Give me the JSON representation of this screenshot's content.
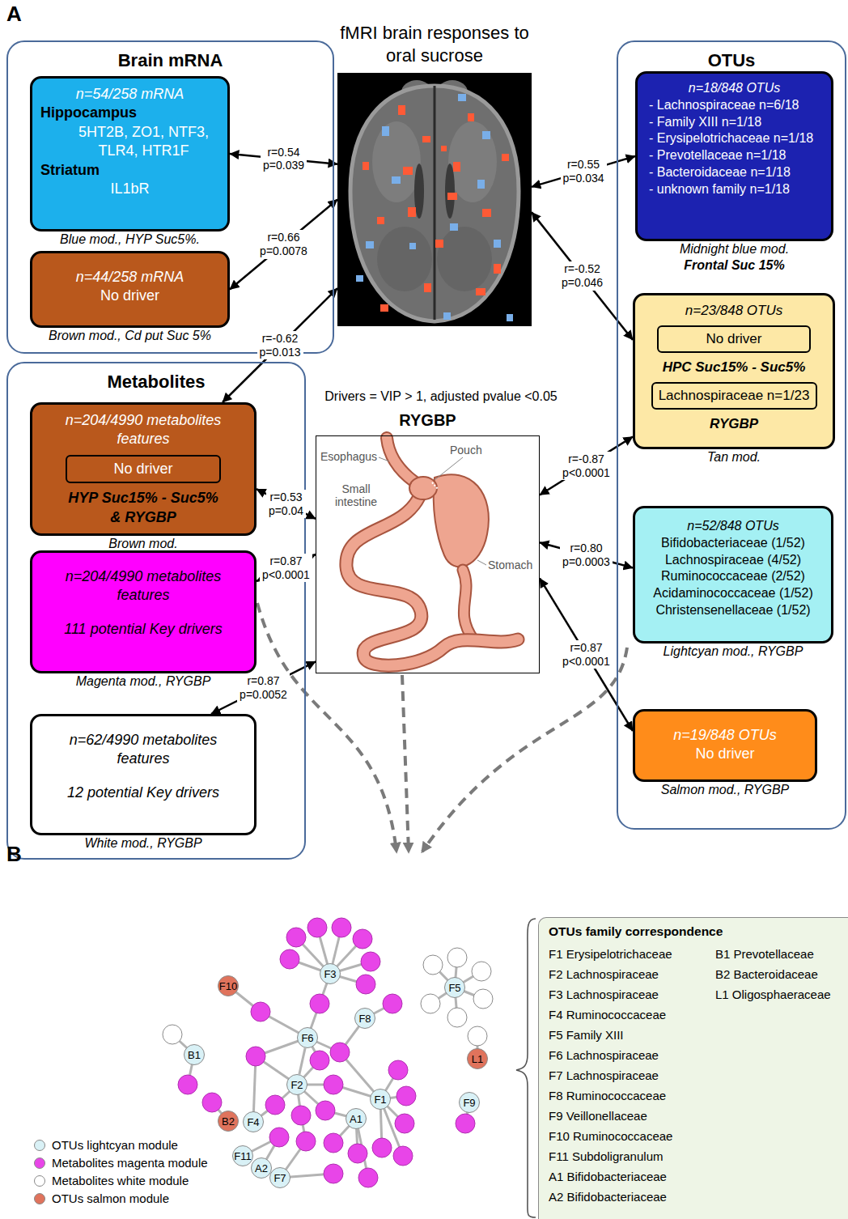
{
  "diagram": {
    "nodes": [
      {
        "text": [
          "Brain mRNA"
        ]
      },
      {
        "text": [
          "n=54/258 mRNA",
          "Hippocampus",
          "5HT2B, ZO1, NTF3, TLR4, HTR1F",
          "Striatum",
          "IL1bR",
          "Blue mod., HYP Suc5%."
        ],
        "in": 0
      },
      {
        "text": [
          "n=44/258 mRNA",
          "No driver",
          "Brown mod., Cd put Suc 5%"
        ],
        "in": 0
      },
      {
        "text": [
          "Metabolites"
        ]
      },
      {
        "text": [
          "n=204/4990 metabolites features",
          "HYP Suc15% - Suc5% & RYGBP",
          "Brown mod."
        ],
        "in": 3
      },
      {
        "text": [
          "No driver"
        ],
        "in": 4
      },
      {
        "text": [
          "n=204/4990 metabolites features",
          "111 potential Key drivers",
          "Magenta mod., RYGBP"
        ],
        "in": 3
      },
      {
        "text": [
          "n=62/4990 metabolites features",
          "12 potential Key drivers",
          "White mod., RYGBP"
        ],
        "in": 3
      },
      {
        "text": [
          "fMRI brain responses to oral sucrose"
        ]
      },
      {
        "text": [
          "RYGBP"
        ]
      },
      {
        "text": [
          "OTUs"
        ]
      },
      {
        "text": [
          "n=18/848 OTUs",
          "- Lachnospiraceae n=6/18",
          "- Family XIII n=1/18",
          "- Erysipelotrichaceae n=1/18",
          "- Prevotellaceae n=1/18",
          "- Bacteroidaceae n=1/18",
          "- unknown family n=1/18",
          "Midnight blue mod.",
          "Frontal Suc 15%"
        ],
        "in": 10
      },
      {
        "text": [
          "n=23/848 OTUs",
          "HPC Suc15% - Suc5%",
          "RYGBP",
          "Tan mod."
        ],
        "in": 10
      },
      {
        "text": [
          "No driver"
        ],
        "in": 12
      },
      {
        "text": [
          "Lachnospiraceae n=1/23"
        ],
        "in": 12
      },
      {
        "text": [
          "n=52/848 OTUs",
          "Bifidobacteriaceae (1/52)",
          "Lachnospiraceae (4/52)",
          "Ruminococcaceae (2/52)",
          "Acidaminococcaceae (1/52)",
          "Christensenellaceae (1/52)",
          "Lightcyan mod., RYGBP"
        ],
        "in": 10
      },
      {
        "text": [
          "n=19/848 OTUs",
          "No driver",
          "Salmon mod., RYGBP"
        ],
        "in": 10
      },
      {
        "text": [
          "F3"
        ]
      },
      {
        "text": [
          "F10"
        ]
      },
      {
        "text": [
          "F6"
        ]
      },
      {
        "text": [
          "F8"
        ]
      },
      {
        "text": [
          "B1"
        ]
      },
      {
        "text": [
          "F2"
        ]
      },
      {
        "text": [
          "F5"
        ]
      },
      {
        "text": [
          "L1"
        ]
      },
      {
        "text": [
          "B2"
        ]
      },
      {
        "text": [
          "F4"
        ]
      },
      {
        "text": [
          "F1"
        ]
      },
      {
        "text": [
          "A1"
        ]
      },
      {
        "text": [
          "F9"
        ]
      },
      {
        "text": [
          "F11"
        ]
      },
      {
        "text": [
          "A2"
        ]
      },
      {
        "text": [
          "F7"
        ]
      },
      {
        "text": [
          "OTUs family correspondence",
          "F1 Erysipelotrichaceae",
          "F2 Lachnospiraceae",
          "F3 Lachnospiraceae",
          "F4 Ruminococcaceae",
          "F5 Family XIII",
          "F6 Lachnospiraceae",
          "F7 Lachnospiraceae",
          "F8 Ruminococcaceae",
          "F9 Veillonellaceae",
          "F10 Ruminococcaceae",
          "F11 Subdoligranulum",
          "A1 Bifidobacteriaceae",
          "A2 Bifidobacteriaceae",
          "B1 Prevotellaceae",
          "B2 Bacteroidaceae",
          "L1 Oligosphaeraceae"
        ]
      }
    ],
    "edges": [
      {
        "from": 1,
        "to": 8,
        "label": "r=0.54 p=0.039",
        "arrow": "both"
      },
      {
        "from": 2,
        "to": 8,
        "label": "r=0.66 p=0.0078",
        "arrow": "both"
      },
      {
        "from": 4,
        "to": 8,
        "label": "r=-0.62 p=0.013",
        "arrow": "both"
      },
      {
        "from": 11,
        "to": 8,
        "label": "r=0.55 p=0.034",
        "arrow": "both"
      },
      {
        "from": 12,
        "to": 8,
        "label": "r=-0.52 p=0.046",
        "arrow": "both"
      },
      {
        "from": 4,
        "to": 9,
        "label": "r=0.53 p=0.04",
        "arrow": "both"
      },
      {
        "from": 6,
        "to": 9,
        "label": "r=0.87 p<0.0001",
        "arrow": "both"
      },
      {
        "from": 7,
        "to": 9,
        "label": "r=0.87 p=0.0052",
        "arrow": "both"
      },
      {
        "from": 12,
        "to": 9,
        "label": "r=-0.87 p<0.0001",
        "arrow": "both"
      },
      {
        "from": 15,
        "to": 9,
        "label": "r=0.80 p=0.0003",
        "arrow": "both"
      },
      {
        "from": 16,
        "to": 9,
        "label": "r=0.87 p<0.0001",
        "arrow": "both"
      },
      {
        "from": 19,
        "to": 22,
        "arrow": "none"
      }
    ],
    "labels": [
      "A",
      "Drivers = VIP > 1, adjusted pvalue <0.05",
      "Esophagus",
      "Pouch",
      "Small intestine",
      "Stomach",
      "B"
    ],
    "legend": [
      {
        "text": "OTUs lightcyan module",
        "color": "#d9f1f6"
      },
      {
        "text": "Metabolites magenta module",
        "color": "#e845e8"
      },
      {
        "text": "Metabolites white module",
        "color": "#ffffff"
      },
      {
        "text": "OTUs salmon module",
        "color": "#e0735c"
      }
    ]
  }
}
